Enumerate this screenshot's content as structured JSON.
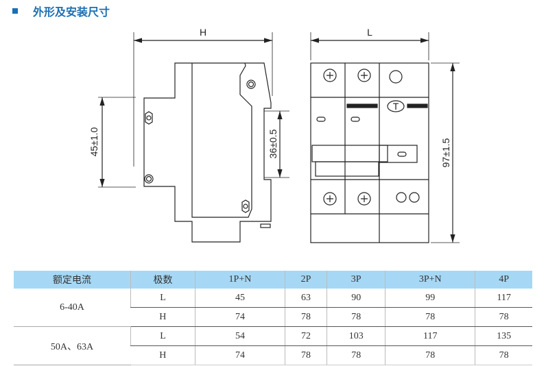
{
  "heading": "外形及安装尺寸",
  "drawing": {
    "side_view": {
      "width_label": "H",
      "height_label": "45±1.0",
      "rail_label": "36±0.5"
    },
    "front_view": {
      "width_label": "L",
      "height_label": "97±1.5",
      "test_button_label": "T"
    }
  },
  "table": {
    "headers": [
      "额定电流",
      "极数",
      "1P+N",
      "2P",
      "3P",
      "3P+N",
      "4P"
    ],
    "groups": [
      {
        "current": "6-40A",
        "rows": [
          {
            "dim": "L",
            "values": [
              "45",
              "63",
              "90",
              "99",
              "117"
            ]
          },
          {
            "dim": "H",
            "values": [
              "74",
              "78",
              "78",
              "78",
              "78"
            ]
          }
        ]
      },
      {
        "current": "50A、63A",
        "rows": [
          {
            "dim": "L",
            "values": [
              "54",
              "72",
              "103",
              "117",
              "135"
            ]
          },
          {
            "dim": "H",
            "values": [
              "74",
              "78",
              "78",
              "78",
              "78"
            ]
          }
        ]
      }
    ]
  }
}
